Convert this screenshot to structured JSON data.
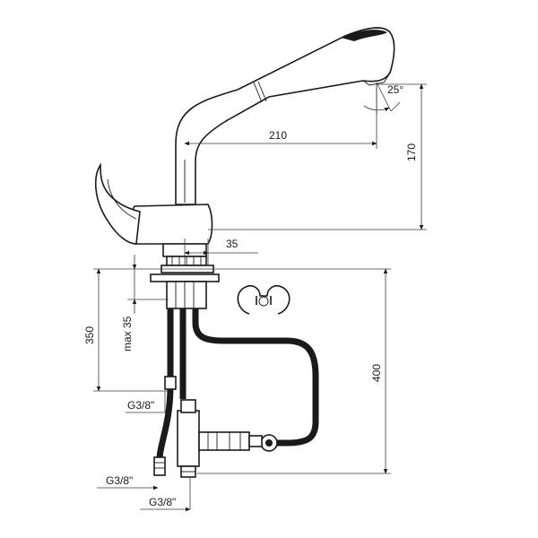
{
  "dimensions": {
    "spout_reach": "210",
    "spout_height": "170",
    "spray_angle": "25°",
    "handle_offset": "35",
    "shank_length": "350",
    "max_deck_thickness": "max 35",
    "hose_length": "400",
    "thread_upper": "G3/8\"",
    "thread_lower_left": "G3/8\"",
    "thread_lower_bottom": "G3/8\""
  }
}
